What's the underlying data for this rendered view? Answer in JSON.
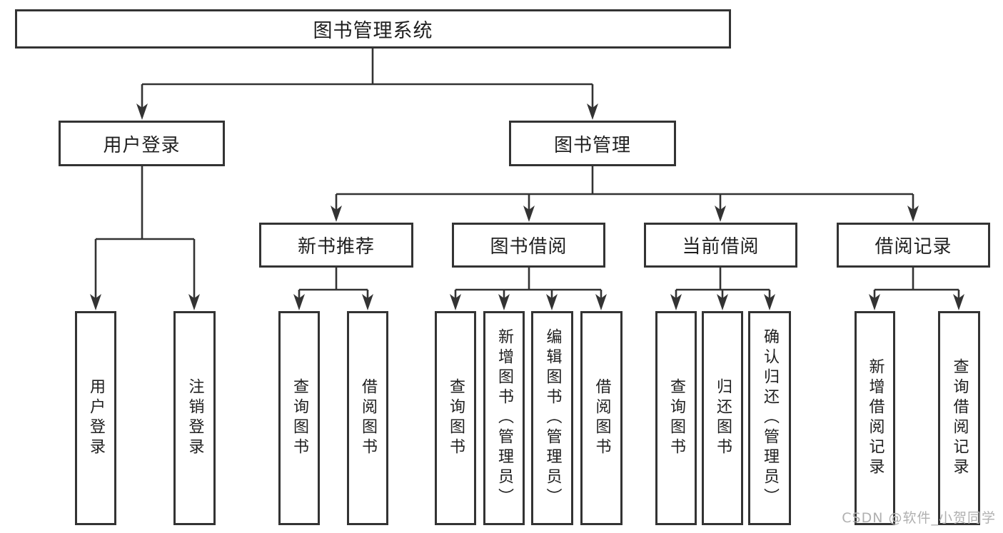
{
  "diagram": {
    "root": {
      "label": "图书管理系统"
    },
    "level2": [
      {
        "label": "用户登录"
      },
      {
        "label": "图书管理"
      }
    ],
    "level3": [
      {
        "label": "新书推荐"
      },
      {
        "label": "图书借阅"
      },
      {
        "label": "当前借阅"
      },
      {
        "label": "借阅记录"
      }
    ],
    "leaves": {
      "user_login": [
        {
          "label": "用户登录"
        },
        {
          "label": "注销登录"
        }
      ],
      "new_book": [
        {
          "label": "查询图书"
        },
        {
          "label": "借阅图书"
        }
      ],
      "book_borrow": [
        {
          "label": "查询图书"
        },
        {
          "label": "新增图书（管理员）"
        },
        {
          "label": "编辑图书（管理员）"
        },
        {
          "label": "借阅图书"
        }
      ],
      "current_borrow": [
        {
          "label": "查询图书"
        },
        {
          "label": "归还图书"
        },
        {
          "label": "确认归还（管理员）"
        }
      ],
      "borrow_record": [
        {
          "label": "新增借阅记录"
        },
        {
          "label": "查询借阅记录"
        }
      ]
    },
    "line_color": "#333333",
    "text_color": "#1f1f1f",
    "background_color": "#ffffff"
  },
  "watermark": {
    "text": "CSDN @软件_小贺同学",
    "color": "#b0b0b0"
  }
}
